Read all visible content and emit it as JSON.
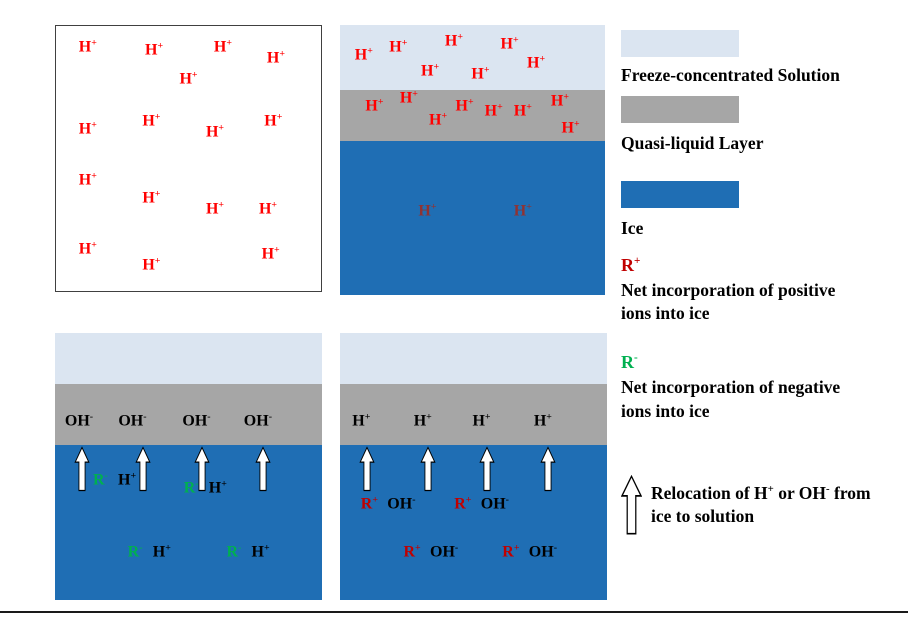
{
  "colors": {
    "solution": "#dbe5f1",
    "qll": "#a6a6a6",
    "ice": "#1f6eb4",
    "red": "#ff0000",
    "dark_red": "#c00000",
    "dim_red": "#8f3333",
    "green": "#00b050",
    "black": "#000000"
  },
  "panels": {
    "top_left": {
      "ion_groups": [
        {
          "t": "H",
          "sup": "+",
          "color": "red",
          "at": [
            [
              12,
              8
            ],
            [
              37,
              9
            ],
            [
              63,
              8
            ],
            [
              83,
              12
            ],
            [
              50,
              20
            ],
            [
              12,
              39
            ],
            [
              36,
              36
            ],
            [
              60,
              40
            ],
            [
              82,
              36
            ],
            [
              12,
              58
            ],
            [
              36,
              65
            ],
            [
              60,
              69
            ],
            [
              80,
              69
            ],
            [
              12,
              84
            ],
            [
              36,
              90
            ],
            [
              81,
              86
            ]
          ]
        }
      ]
    },
    "top_right": {
      "layers": [
        {
          "name": "freeze-concentrated-solution",
          "color": "solution",
          "h": 24
        },
        {
          "name": "quasi-liquid-layer",
          "color": "qll",
          "h": 19
        },
        {
          "name": "ice",
          "color": "ice",
          "h": 57
        }
      ],
      "ion_groups": [
        {
          "t": "H",
          "sup": "+",
          "color": "red",
          "at": [
            [
              9,
              11
            ],
            [
              22,
              8
            ],
            [
              43,
              6
            ],
            [
              64,
              7
            ],
            [
              34,
              17
            ],
            [
              53,
              18
            ],
            [
              74,
              14
            ],
            [
              13,
              30
            ],
            [
              26,
              27
            ],
            [
              37,
              35
            ],
            [
              47,
              30
            ],
            [
              58,
              32
            ],
            [
              69,
              32
            ],
            [
              83,
              28
            ],
            [
              87,
              38
            ]
          ]
        },
        {
          "t": "H",
          "sup": "+",
          "color": "dim_red",
          "at": [
            [
              33,
              69
            ],
            [
              69,
              69
            ]
          ]
        }
      ]
    },
    "bottom_left": {
      "layers": [
        {
          "name": "freeze-concentrated-solution",
          "color": "solution",
          "h": 19
        },
        {
          "name": "quasi-liquid-layer",
          "color": "qll",
          "h": 23
        },
        {
          "name": "ice",
          "color": "ice",
          "h": 58
        }
      ],
      "ion_groups": [
        {
          "t": "OH",
          "sup": "-",
          "color": "black",
          "at": [
            [
              9,
              33
            ],
            [
              29,
              33
            ],
            [
              53,
              33
            ],
            [
              76,
              33
            ]
          ]
        },
        {
          "t": "R",
          "sup": "-",
          "color": "green",
          "at": [
            [
              17,
              55
            ],
            [
              51,
              58
            ],
            [
              30,
              82
            ],
            [
              67,
              82
            ]
          ]
        },
        {
          "t": "H",
          "sup": "+",
          "color": "black",
          "at": [
            [
              27,
              55
            ],
            [
              61,
              58
            ],
            [
              40,
              82
            ],
            [
              77,
              82
            ]
          ]
        }
      ],
      "arrows": [
        [
          10,
          51
        ],
        [
          33,
          51
        ],
        [
          55,
          51
        ],
        [
          78,
          51
        ]
      ]
    },
    "bottom_right": {
      "layers": [
        {
          "name": "freeze-concentrated-solution",
          "color": "solution",
          "h": 19
        },
        {
          "name": "quasi-liquid-layer",
          "color": "qll",
          "h": 23
        },
        {
          "name": "ice",
          "color": "ice",
          "h": 58
        }
      ],
      "ion_groups": [
        {
          "t": "H",
          "sup": "+",
          "color": "black",
          "at": [
            [
              8,
              33
            ],
            [
              31,
              33
            ],
            [
              53,
              33
            ],
            [
              76,
              33
            ]
          ]
        },
        {
          "t": "R",
          "sup": "+",
          "color": "dark_red",
          "at": [
            [
              11,
              64
            ],
            [
              46,
              64
            ],
            [
              27,
              82
            ],
            [
              64,
              82
            ]
          ]
        },
        {
          "t": "OH",
          "sup": "-",
          "color": "black",
          "at": [
            [
              23,
              64
            ],
            [
              58,
              64
            ],
            [
              39,
              82
            ],
            [
              76,
              82
            ]
          ]
        }
      ],
      "arrows": [
        [
          10,
          51
        ],
        [
          33,
          51
        ],
        [
          55,
          51
        ],
        [
          78,
          51
        ]
      ]
    }
  },
  "legend": {
    "freeze_label": "Freeze-concentrated Solution",
    "qll_label": "Quasi-liquid Layer",
    "ice_label": "Ice",
    "rplus_symbol": {
      "t": "R",
      "sup": "+",
      "color": "dark_red"
    },
    "rplus_label": "Net incorporation of positive ions into ice",
    "rminus_symbol": {
      "t": "R",
      "sup": "-",
      "color": "green"
    },
    "rminus_label": "Net incorporation of negative ions into ice",
    "relocation_label": [
      {
        "t": "Relocation of H"
      },
      {
        "sup": "+"
      },
      {
        "t": " or OH"
      },
      {
        "sup": "-"
      },
      {
        "t": " from ice to  solution"
      }
    ]
  }
}
